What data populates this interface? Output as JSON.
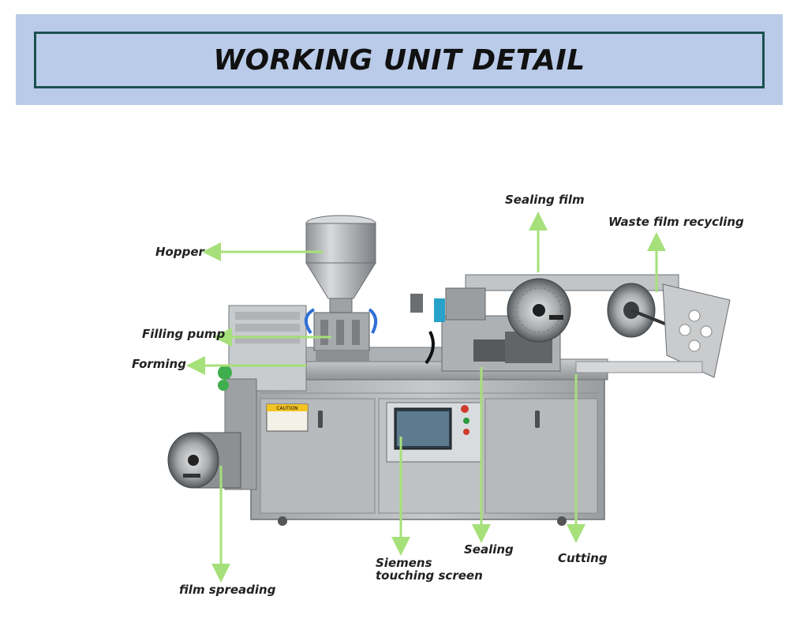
{
  "title": "WORKING UNIT DETAIL",
  "colors": {
    "header_band": "#b9cbe8",
    "header_border": "#1c4f4f",
    "arrow": "#a6e07a"
  },
  "labels": {
    "hopper": "Hopper",
    "filling_pump": "Filling pump",
    "forming": "Forming",
    "sealing_film": "Sealing film",
    "waste_film_recycling": "Waste film recycling",
    "film_spreading": "film spreading",
    "siemens_line1": "Siemens",
    "siemens_line2": "touching screen",
    "sealing": "Sealing",
    "cutting": "Cutting"
  },
  "machine": {
    "caution_label": "CAUTION"
  }
}
